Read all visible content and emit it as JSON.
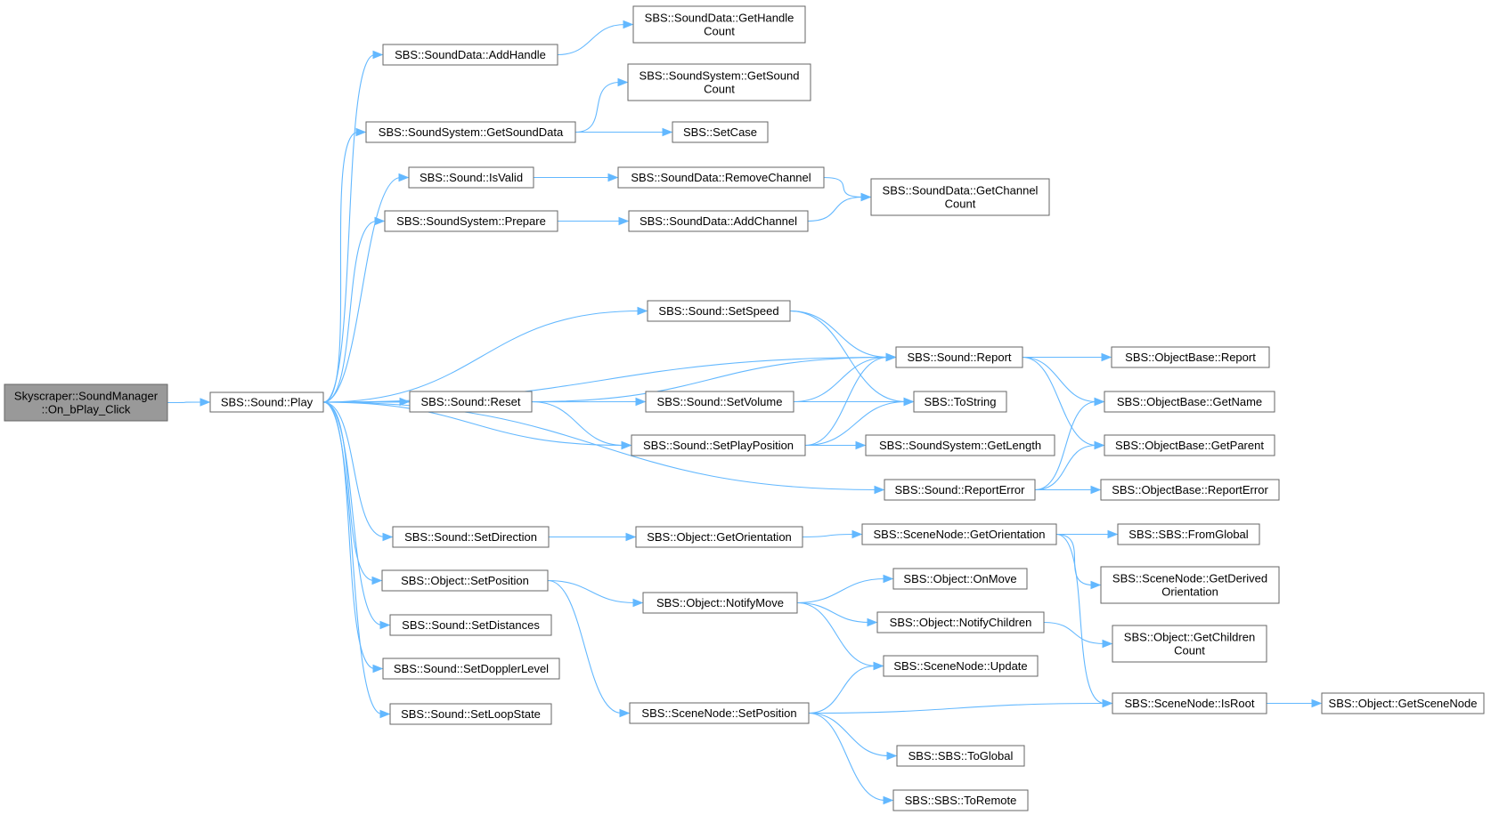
{
  "graph": {
    "edge_color": "#63b8ff",
    "border_color": "#666666",
    "root_fill": "#999999",
    "node_fill": "#ffffff",
    "nodes": {
      "root": [
        "Skyscraper::SoundManager",
        "::On_bPlay_Click"
      ],
      "play": [
        "SBS::Sound::Play"
      ],
      "addhandle": [
        "SBS::SoundData::AddHandle"
      ],
      "gethandlecount": [
        "SBS::SoundData::GetHandle",
        "Count"
      ],
      "getsounddata": [
        "SBS::SoundSystem::GetSoundData"
      ],
      "getsoundcount": [
        "SBS::SoundSystem::GetSound",
        "Count"
      ],
      "setcase": [
        "SBS::SetCase"
      ],
      "isvalid": [
        "SBS::Sound::IsValid"
      ],
      "removechannel": [
        "SBS::SoundData::RemoveChannel"
      ],
      "getchannelcount": [
        "SBS::SoundData::GetChannel",
        "Count"
      ],
      "prepare": [
        "SBS::SoundSystem::Prepare"
      ],
      "addchannel": [
        "SBS::SoundData::AddChannel"
      ],
      "setspeed": [
        "SBS::Sound::SetSpeed"
      ],
      "report": [
        "SBS::Sound::Report"
      ],
      "objreport": [
        "SBS::ObjectBase::Report"
      ],
      "reset": [
        "SBS::Sound::Reset"
      ],
      "setvolume": [
        "SBS::Sound::SetVolume"
      ],
      "tostring": [
        "SBS::ToString"
      ],
      "getname": [
        "SBS::ObjectBase::GetName"
      ],
      "setplaypos": [
        "SBS::Sound::SetPlayPosition"
      ],
      "getlength": [
        "SBS::SoundSystem::GetLength"
      ],
      "getparent": [
        "SBS::ObjectBase::GetParent"
      ],
      "reporterror": [
        "SBS::Sound::ReportError"
      ],
      "objreporterror": [
        "SBS::ObjectBase::ReportError"
      ],
      "setdirection": [
        "SBS::Sound::SetDirection"
      ],
      "objgetorient": [
        "SBS::Object::GetOrientation"
      ],
      "sngetorient": [
        "SBS::SceneNode::GetOrientation"
      ],
      "fromglobal": [
        "SBS::SBS::FromGlobal"
      ],
      "getderived": [
        "SBS::SceneNode::GetDerived",
        "Orientation"
      ],
      "objsetpos": [
        "SBS::Object::SetPosition"
      ],
      "notifymove": [
        "SBS::Object::NotifyMove"
      ],
      "onmove": [
        "SBS::Object::OnMove"
      ],
      "notifychildren": [
        "SBS::Object::NotifyChildren"
      ],
      "getchildren": [
        "SBS::Object::GetChildren",
        "Count"
      ],
      "setdistances": [
        "SBS::Sound::SetDistances"
      ],
      "update": [
        "SBS::SceneNode::Update"
      ],
      "setdoppler": [
        "SBS::Sound::SetDopplerLevel"
      ],
      "snsetpos": [
        "SBS::SceneNode::SetPosition"
      ],
      "isroot": [
        "SBS::SceneNode::IsRoot"
      ],
      "getscenenode": [
        "SBS::Object::GetSceneNode"
      ],
      "setloop": [
        "SBS::Sound::SetLoopState"
      ],
      "toglobal": [
        "SBS::SBS::ToGlobal"
      ],
      "toremote": [
        "SBS::SBS::ToRemote"
      ]
    },
    "edges": [
      [
        "root",
        "play"
      ],
      [
        "play",
        "addhandle"
      ],
      [
        "play",
        "getsounddata"
      ],
      [
        "play",
        "isvalid"
      ],
      [
        "play",
        "prepare"
      ],
      [
        "play",
        "report"
      ],
      [
        "play",
        "setspeed"
      ],
      [
        "play",
        "setvolume"
      ],
      [
        "play",
        "reset"
      ],
      [
        "play",
        "setplaypos"
      ],
      [
        "play",
        "reporterror"
      ],
      [
        "play",
        "setdirection"
      ],
      [
        "play",
        "objsetpos"
      ],
      [
        "play",
        "setdistances"
      ],
      [
        "play",
        "setdoppler"
      ],
      [
        "play",
        "setloop"
      ],
      [
        "addhandle",
        "gethandlecount"
      ],
      [
        "getsounddata",
        "getsoundcount"
      ],
      [
        "getsounddata",
        "setcase"
      ],
      [
        "isvalid",
        "removechannel"
      ],
      [
        "removechannel",
        "getchannelcount"
      ],
      [
        "prepare",
        "addchannel"
      ],
      [
        "addchannel",
        "getchannelcount"
      ],
      [
        "setspeed",
        "report"
      ],
      [
        "setspeed",
        "tostring"
      ],
      [
        "reset",
        "report"
      ],
      [
        "reset",
        "setplaypos"
      ],
      [
        "setvolume",
        "report"
      ],
      [
        "setvolume",
        "tostring"
      ],
      [
        "setplaypos",
        "report"
      ],
      [
        "setplaypos",
        "tostring"
      ],
      [
        "setplaypos",
        "getlength"
      ],
      [
        "report",
        "objreport"
      ],
      [
        "report",
        "getname"
      ],
      [
        "report",
        "getparent"
      ],
      [
        "reporterror",
        "getname"
      ],
      [
        "reporterror",
        "getparent"
      ],
      [
        "reporterror",
        "objreporterror"
      ],
      [
        "setdirection",
        "objgetorient"
      ],
      [
        "objgetorient",
        "sngetorient"
      ],
      [
        "sngetorient",
        "fromglobal"
      ],
      [
        "sngetorient",
        "getderived"
      ],
      [
        "sngetorient",
        "isroot"
      ],
      [
        "objsetpos",
        "notifymove"
      ],
      [
        "objsetpos",
        "snsetpos"
      ],
      [
        "notifymove",
        "onmove"
      ],
      [
        "notifymove",
        "notifychildren"
      ],
      [
        "notifymove",
        "update"
      ],
      [
        "notifychildren",
        "getchildren"
      ],
      [
        "snsetpos",
        "update"
      ],
      [
        "snsetpos",
        "isroot"
      ],
      [
        "snsetpos",
        "toglobal"
      ],
      [
        "snsetpos",
        "toremote"
      ],
      [
        "isroot",
        "getscenenode"
      ]
    ]
  }
}
